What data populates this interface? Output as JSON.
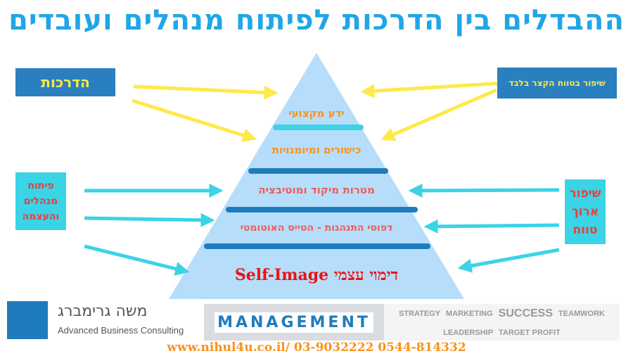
{
  "title": "ההבדלים בין הדרכות לפיתוח מנהלים ועובדים",
  "left_boxes": {
    "training": "הדרכות",
    "development": "פיתוח מנהלים והעצמה"
  },
  "right_boxes": {
    "short_term": "שיפור בטווח הקצר בלבד",
    "long_term": "שיפור ארוך טווח"
  },
  "pyramid": {
    "levels": [
      "ידע מקצועי",
      "כישורים ומיומנויות",
      "מטרות מיקוד ומוטיבציה",
      "דפוסי התנהגות - הטייס האוטומטי",
      "דימוי עצמי Self-Image"
    ]
  },
  "footer": {
    "logo_name": "משה גרימברג",
    "logo_subtitle": "Advanced Business Consulting",
    "banner_word": "MANAGEMENT",
    "banner_words": [
      "STRATEGY",
      "MARKETING",
      "SUCCESS",
      "TEAMWORK",
      "LEADERSHIP",
      "TARGET PROFIT"
    ],
    "contact": "www.nihul4u.co.il/ 03-9032222 0544-814332"
  },
  "colors": {
    "title": "#1fa6e8",
    "yellow": "#ffe94a",
    "cyan": "#3bd3e6",
    "pyramid": "#b6defa",
    "dark_bar": "#1f7cbc",
    "orange": "#f7931e",
    "red": "#ef4b4b"
  }
}
